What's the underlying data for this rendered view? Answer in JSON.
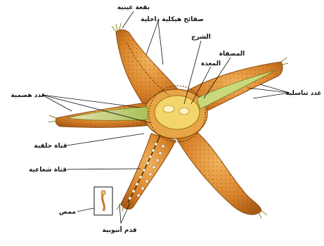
{
  "labels": {
    "eyespot": "بقعة عينية",
    "skeletal_plates": "صفائح هيكلية داخلية",
    "anus": "الشرج",
    "stomach": "المعدة",
    "sieve_plate": "المصفاة",
    "digestive_glands": "غدد هضمية",
    "gonads": "غدد تناسلية",
    "ring_canal": "قناة حلقية",
    "radial_canal": "قناة شعاعية",
    "sucker": "ممص",
    "tube_feet": "قدم أنبوبية"
  },
  "colors": {
    "arm_fill": "#d9832a",
    "arm_dark": "#a85a14",
    "arm_light": "#f0b35a",
    "gland_green": "#b8c96a",
    "tube_white": "#f2efe6",
    "leader": "#111111"
  }
}
